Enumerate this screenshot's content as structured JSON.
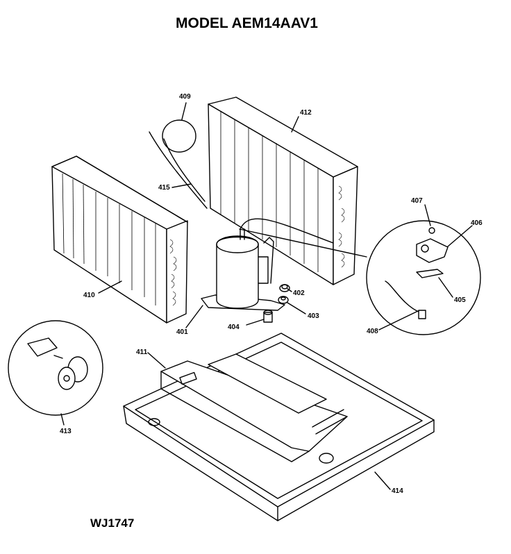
{
  "header": {
    "title": "MODEL AEM14AAV1"
  },
  "footer": {
    "reference": "WJ1747"
  },
  "callouts": {
    "c401": "401",
    "c402": "402",
    "c403": "403",
    "c404": "404",
    "c405": "405",
    "c406": "406",
    "c407": "407",
    "c408": "408",
    "c409": "409",
    "c410": "410",
    "c411": "411",
    "c412": "412",
    "c413": "413",
    "c414": "414",
    "c415": "415"
  }
}
